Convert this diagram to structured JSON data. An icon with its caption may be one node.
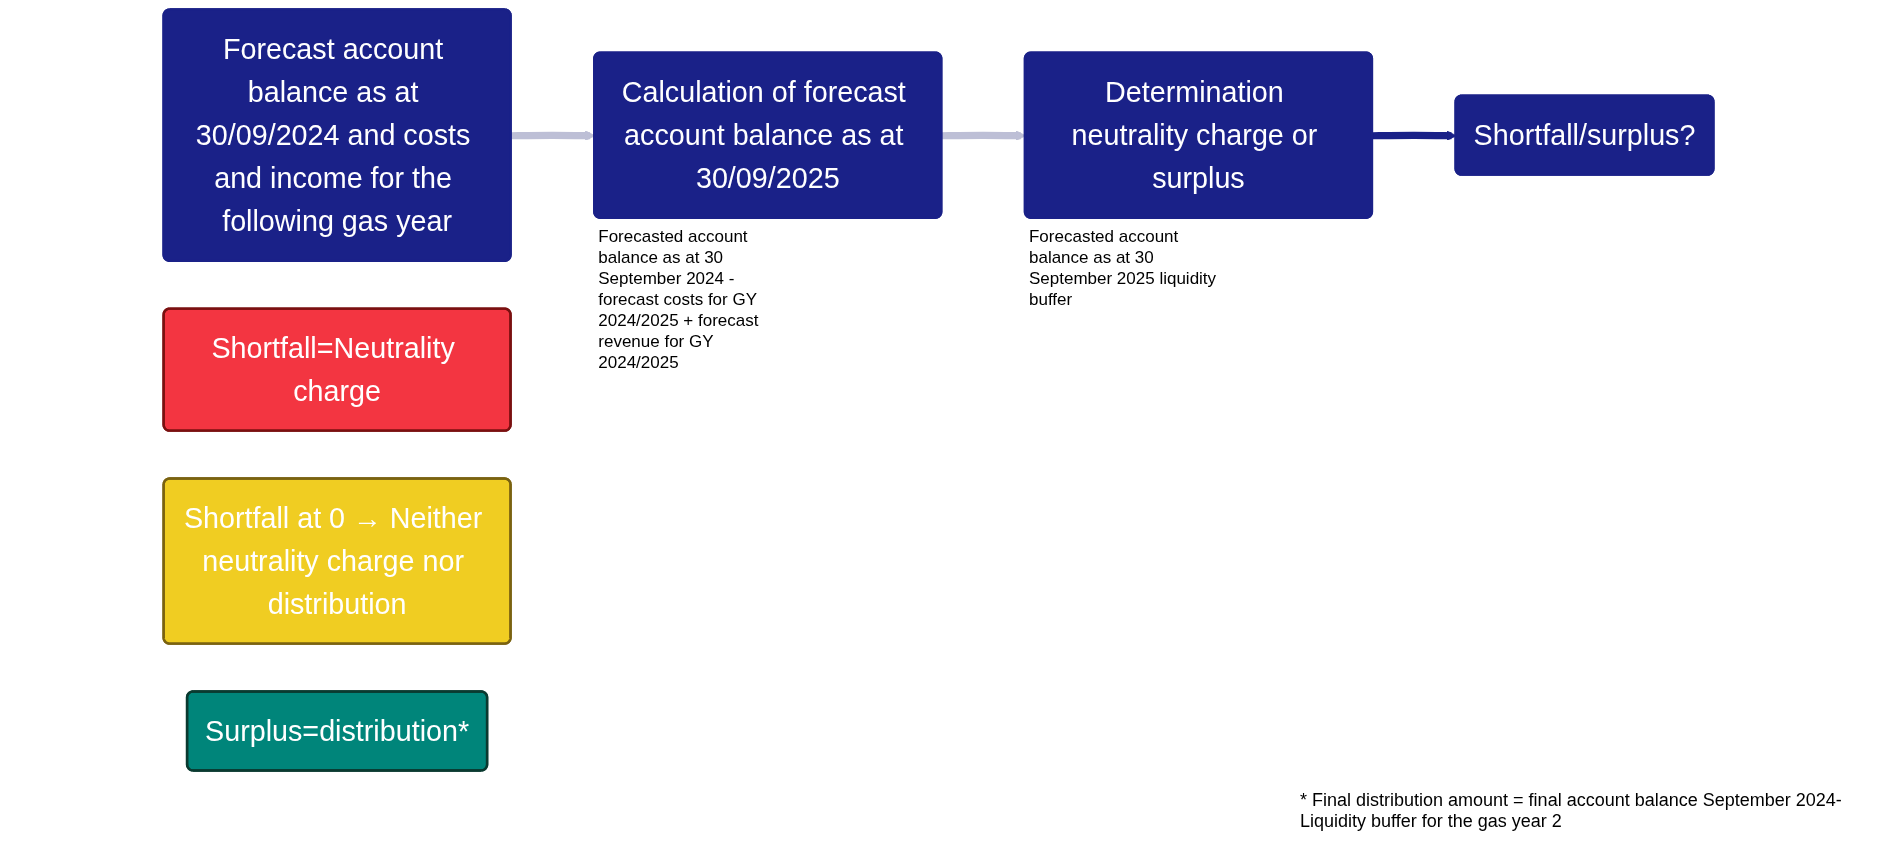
{
  "diagram": {
    "nodes": [
      {
        "text": [
          "Forecast account balance as at 30/09/2024 and costs and income for the following gas year"
        ]
      },
      {
        "text": [
          "Calculation of forecast account balance as at 30/09/2025"
        ],
        "beside": [
          "Forecasted account balance as at 30 September 2024 - forecast costs for GY 2024/2025 + forecast revenue for GY 2024/2025"
        ]
      },
      {
        "text": [
          "Determination neutrality charge or surplus"
        ],
        "beside": [
          "Forecasted account balance as at 30 September 2025 liquidity buffer"
        ]
      },
      {
        "text": [
          "Shortfall/surplus?"
        ]
      },
      {
        "text": [
          "Shortfall=Neutrality charge"
        ]
      },
      {
        "text": [
          "Shortfall at 0 → Neither neutrality charge nor distribution"
        ]
      },
      {
        "text": [
          "Surplus=distribution*"
        ]
      }
    ],
    "edges": [
      {
        "from": 0,
        "to": 1,
        "arrow": "to"
      },
      {
        "from": 1,
        "to": 2,
        "arrow": "to"
      },
      {
        "from": 2,
        "to": 3,
        "arrow": "to",
        "color": "#1a2188"
      }
    ],
    "labels": [
      "* Final distribution amount = final account balance September 2024-Liquidity buffer for the gas year 2"
    ]
  }
}
